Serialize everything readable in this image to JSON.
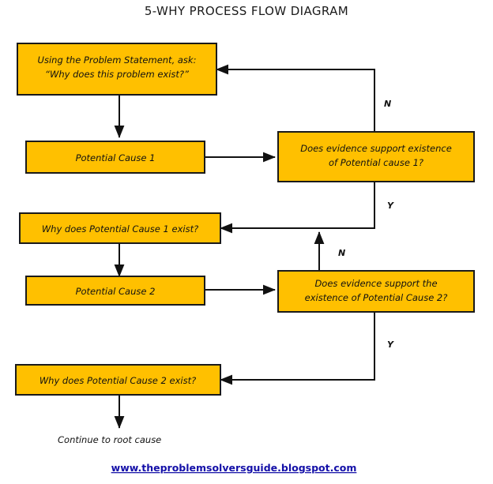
{
  "title": "5-WHY PROCESS FLOW DIAGRAM",
  "nodes": {
    "start": {
      "name": "problem-statement-box",
      "line1": "Using the Problem Statement, ask:",
      "line2": "“Why does this problem exist?”"
    },
    "cause1": {
      "name": "potential-cause-1-box",
      "line1": "Potential Cause 1"
    },
    "decision1": {
      "name": "decision-evidence-cause-1",
      "line1": "Does evidence support existence",
      "line2": "of Potential cause 1?"
    },
    "why1": {
      "name": "why-potential-cause-1-box",
      "line1": "Why does Potential Cause 1 exist?"
    },
    "cause2": {
      "name": "potential-cause-2-box",
      "line1": "Potential Cause 2"
    },
    "decision2": {
      "name": "decision-evidence-cause-2",
      "line1": "Does evidence support the",
      "line2": "existence of Potential Cause 2?"
    },
    "why2": {
      "name": "why-potential-cause-2-box",
      "line1": "Why does Potential Cause 2 exist?"
    }
  },
  "branch_labels": {
    "decision1_no": "N",
    "decision1_yes": "Y",
    "decision2_no": "N",
    "decision2_yes": "Y"
  },
  "terminal": {
    "label": "Continue to root cause"
  },
  "footer": {
    "url": "www.theproblemsolversguide.blogspot.com"
  },
  "colors": {
    "box_fill": "#FFC000",
    "box_stroke": "#1a1a1a",
    "line": "#111111",
    "link": "#1410a8",
    "background": "#ffffff"
  }
}
